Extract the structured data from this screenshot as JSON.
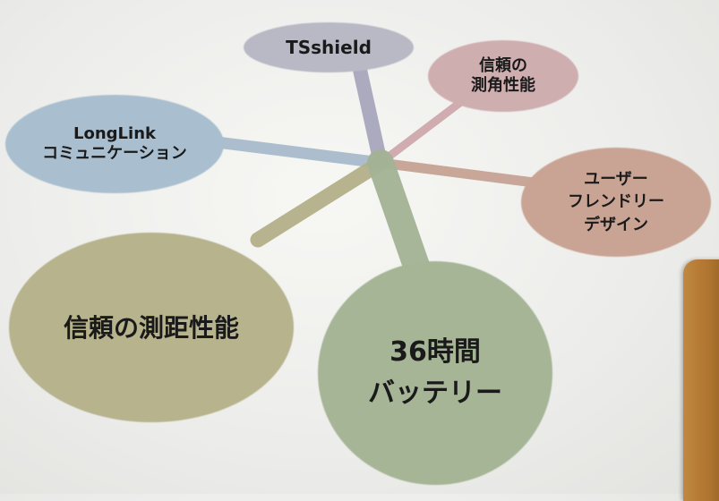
{
  "nodes": [
    {
      "id": "tsshield",
      "lines": [
        "TSshield"
      ],
      "color": "#b9b9c6"
    },
    {
      "id": "angle",
      "lines": [
        "信頼の",
        "測角性能"
      ],
      "color": "#cfaeb0"
    },
    {
      "id": "longlink",
      "lines": [
        "LongLink",
        "コミュニケーション"
      ],
      "color": "#a9bfcf"
    },
    {
      "id": "user",
      "lines": [
        "ユーザー",
        "フレンドリー",
        "デザイン"
      ],
      "color": "#c9a494"
    },
    {
      "id": "range",
      "lines": [
        "信頼の測距性能"
      ],
      "color": "#b6b38d"
    },
    {
      "id": "battery",
      "lines": [
        "36時間",
        "バッテリー"
      ],
      "color": "#a6b596"
    }
  ],
  "edge_colors": {
    "tsshield": "#a9a7bd",
    "angle": "#cfa9ad",
    "longlink": "#a9bccc",
    "user": "#c6a395",
    "range": "#b4b089",
    "battery": "#a3b395"
  },
  "frame_color": "#c08840"
}
